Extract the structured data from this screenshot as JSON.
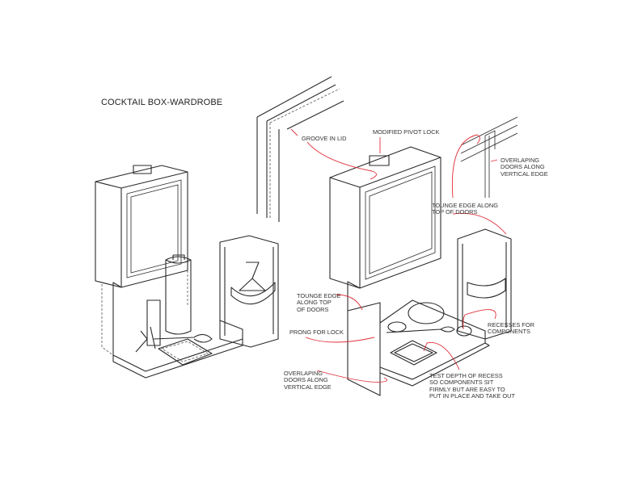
{
  "title": "COCKTAIL BOX-WARDROBE",
  "annotations": {
    "groove_in_lid": "GROOVE IN LID",
    "modified_pivot_lock": "MODIFIED PIVOT LOCK",
    "overlapping_top": [
      "OVERLAPING",
      "DOORS ALONG",
      "VERTICAL EDGE"
    ],
    "tongue_top": [
      "TOUNGE EDGE ALONG",
      "TOP OF DOORS"
    ],
    "tongue_left": [
      "TOUNGE EDGE",
      "ALONG TOP",
      "OF DOORS"
    ],
    "prong_for_lock": "PRONG FOR LOCK",
    "overlapping_left": [
      "OVERLAPING",
      "DOORS ALONG",
      "VERTICAL EDGE"
    ],
    "recesses": [
      "RECESSES FOR",
      "COMPONENTS"
    ],
    "test_depth": [
      "TEST  DEPTH OF RECESS",
      "SO COMPONENTS SIT",
      "FIRMLY BUT ARE EASY TO",
      "PUT IN PLACE AND TAKE OUT"
    ]
  },
  "colors": {
    "line": "#2a2a2a",
    "annotation": "#e0303a",
    "text": "#333333"
  }
}
